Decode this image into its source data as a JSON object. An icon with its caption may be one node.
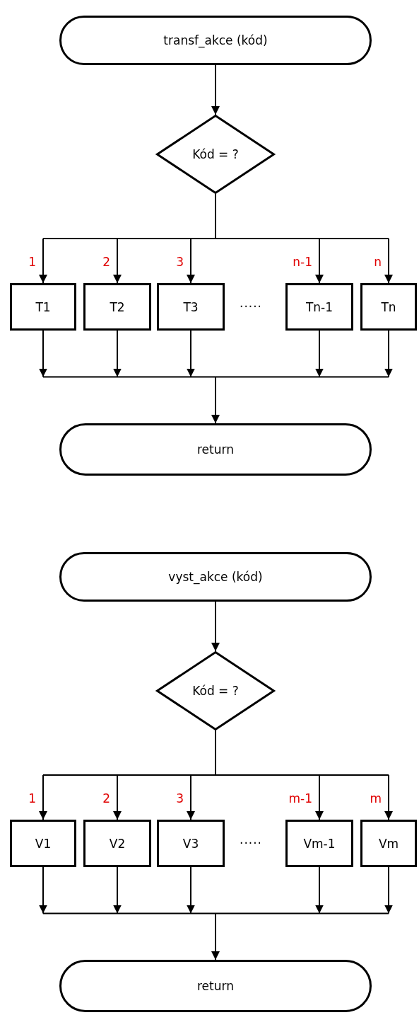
{
  "diagram": {
    "nodes": [
      {
        "text": [
          "transf_akce (kód)"
        ]
      },
      {
        "text": [
          "Kód = ?"
        ]
      },
      {
        "text": [
          "T1"
        ]
      },
      {
        "text": [
          "T2"
        ]
      },
      {
        "text": [
          "T3"
        ]
      },
      {
        "text": [
          "Tn-1"
        ]
      },
      {
        "text": [
          "Tn"
        ]
      },
      {
        "text": [
          "return"
        ]
      },
      {
        "text": [
          "vyst_akce (kód)"
        ]
      },
      {
        "text": [
          "Kód = ?"
        ]
      },
      {
        "text": [
          "V1"
        ]
      },
      {
        "text": [
          "V2"
        ]
      },
      {
        "text": [
          "V3"
        ]
      },
      {
        "text": [
          "Vm-1"
        ]
      },
      {
        "text": [
          "Vm"
        ]
      },
      {
        "text": [
          "return"
        ]
      }
    ],
    "edges": [
      {
        "from": 0,
        "to": 1,
        "arrow": "to"
      },
      {
        "from": 1,
        "to": 2,
        "arrow": "to",
        "label": "1"
      },
      {
        "from": 1,
        "to": 3,
        "arrow": "to",
        "label": "2"
      },
      {
        "from": 1,
        "to": 4,
        "arrow": "to",
        "label": "3"
      },
      {
        "from": 1,
        "to": 5,
        "arrow": "to",
        "label": "n-1"
      },
      {
        "from": 1,
        "to": 6,
        "arrow": "to",
        "label": "n"
      },
      {
        "from": 2,
        "to": 7,
        "arrow": "to"
      },
      {
        "from": 3,
        "to": 7,
        "arrow": "to"
      },
      {
        "from": 4,
        "to": 7,
        "arrow": "to"
      },
      {
        "from": 5,
        "to": 7,
        "arrow": "to"
      },
      {
        "from": 6,
        "to": 7,
        "arrow": "to"
      },
      {
        "from": 8,
        "to": 9,
        "arrow": "to"
      },
      {
        "from": 9,
        "to": 10,
        "arrow": "to",
        "label": "1"
      },
      {
        "from": 9,
        "to": 11,
        "arrow": "to",
        "label": "2"
      },
      {
        "from": 9,
        "to": 12,
        "arrow": "to",
        "label": "3"
      },
      {
        "from": 9,
        "to": 13,
        "arrow": "to",
        "label": "m-1"
      },
      {
        "from": 9,
        "to": 14,
        "arrow": "to",
        "label": "m"
      },
      {
        "from": 10,
        "to": 15,
        "arrow": "to"
      },
      {
        "from": 11,
        "to": 15,
        "arrow": "to"
      },
      {
        "from": 12,
        "to": 15,
        "arrow": "to"
      },
      {
        "from": 13,
        "to": 15,
        "arrow": "to"
      },
      {
        "from": 14,
        "to": 15,
        "arrow": "to"
      }
    ],
    "labels": [
      "·····",
      "·····"
    ]
  }
}
